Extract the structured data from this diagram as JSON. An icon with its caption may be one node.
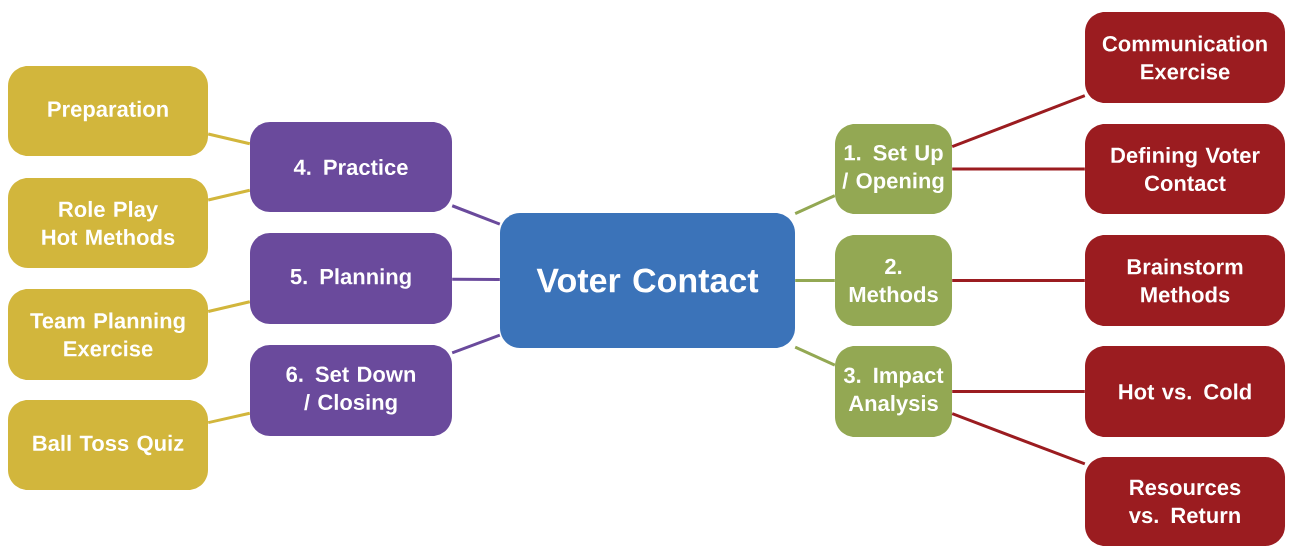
{
  "diagram": {
    "nodes": [
      {
        "text": [
          "Voter Contact"
        ]
      },
      {
        "text": [
          "1. Set Up / Opening"
        ]
      },
      {
        "text": [
          "2. Methods"
        ]
      },
      {
        "text": [
          "3. Impact Analysis"
        ]
      },
      {
        "text": [
          "Communication Exercise"
        ]
      },
      {
        "text": [
          "Defining Voter Contact"
        ]
      },
      {
        "text": [
          "Brainstorm Methods"
        ]
      },
      {
        "text": [
          "Hot vs. Cold"
        ]
      },
      {
        "text": [
          "Resources vs. Return"
        ]
      },
      {
        "text": [
          "4. Practice"
        ]
      },
      {
        "text": [
          "5. Planning"
        ]
      },
      {
        "text": [
          "6. Set Down / Closing"
        ]
      },
      {
        "text": [
          "Preparation"
        ]
      },
      {
        "text": [
          "Role Play Hot Methods"
        ]
      },
      {
        "text": [
          "Team Planning Exercise"
        ]
      },
      {
        "text": [
          "Ball Toss Quiz"
        ]
      }
    ],
    "edges": [
      {
        "from": 0,
        "to": 1,
        "arrow": "none",
        "color": "#93a853"
      },
      {
        "from": 0,
        "to": 2,
        "arrow": "none",
        "color": "#93a853"
      },
      {
        "from": 0,
        "to": 3,
        "arrow": "none",
        "color": "#93a853"
      },
      {
        "from": 1,
        "to": 4,
        "arrow": "none",
        "color": "#9b1c20"
      },
      {
        "from": 1,
        "to": 5,
        "arrow": "none",
        "color": "#9b1c20"
      },
      {
        "from": 2,
        "to": 6,
        "arrow": "none",
        "color": "#9b1c20"
      },
      {
        "from": 3,
        "to": 7,
        "arrow": "none",
        "color": "#9b1c20"
      },
      {
        "from": 3,
        "to": 8,
        "arrow": "none",
        "color": "#9b1c20"
      },
      {
        "from": 0,
        "to": 9,
        "arrow": "none",
        "color": "#6a4a9c"
      },
      {
        "from": 0,
        "to": 10,
        "arrow": "none",
        "color": "#6a4a9c"
      },
      {
        "from": 0,
        "to": 11,
        "arrow": "none",
        "color": "#6a4a9c"
      },
      {
        "from": 9,
        "to": 12,
        "arrow": "none",
        "color": "#d2b63c"
      },
      {
        "from": 9,
        "to": 13,
        "arrow": "none",
        "color": "#d2b63c"
      },
      {
        "from": 10,
        "to": 14,
        "arrow": "none",
        "color": "#d2b63c"
      },
      {
        "from": 11,
        "to": 15,
        "arrow": "none",
        "color": "#d2b63c"
      }
    ]
  }
}
